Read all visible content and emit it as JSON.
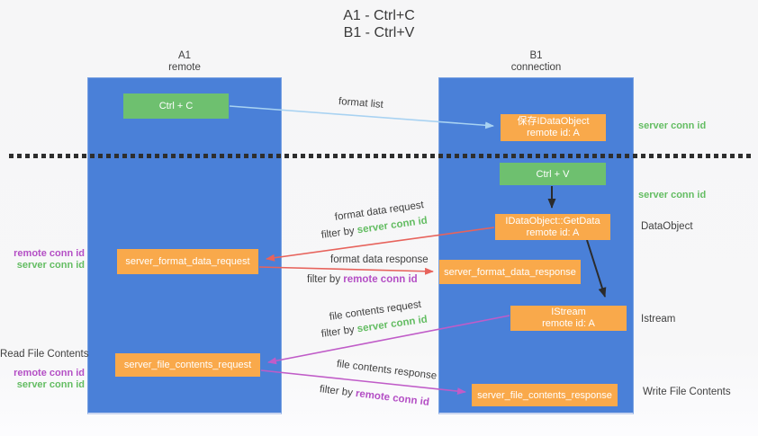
{
  "title": {
    "line1": "A1 - Ctrl+C",
    "line2": "B1 - Ctrl+V"
  },
  "columns": {
    "a": {
      "id": "A1",
      "subtitle": "remote"
    },
    "b": {
      "id": "B1",
      "subtitle": "connection"
    }
  },
  "nodes": {
    "ctrl_c": {
      "label": "Ctrl + C"
    },
    "save_idataobject": {
      "line1": "保存IDataObject",
      "line2": "remote id: A"
    },
    "ctrl_v": {
      "label": "Ctrl + V"
    },
    "idataobject_getdata": {
      "line1": "IDataObject::GetData",
      "line2": "remote id: A"
    },
    "server_format_data_request": {
      "label": "server_format_data_request"
    },
    "server_format_data_response": {
      "label": "server_format_data_response"
    },
    "istream": {
      "line1": "IStream",
      "line2": "remote id: A"
    },
    "server_file_contents_request": {
      "label": "server_file_contents_request"
    },
    "server_file_contents_response": {
      "label": "server_file_contents_response"
    }
  },
  "arrows": {
    "format_list": {
      "label": "format list"
    },
    "format_data_request": {
      "label": "format data request",
      "filter_prefix": "filter by ",
      "filter_key": "server conn id"
    },
    "format_data_response": {
      "label": "format data response",
      "filter_prefix": "filter by ",
      "filter_key": "remote conn id"
    },
    "file_contents_request": {
      "label": "file contents request",
      "filter_prefix": "filter by ",
      "filter_key": "server conn id"
    },
    "file_contents_response": {
      "label": "file contents response",
      "filter_prefix": "filter by ",
      "filter_key": "remote conn id"
    }
  },
  "side_labels": {
    "left": {
      "format_remote_conn": "remote conn id",
      "format_server_conn": "server conn id",
      "read_file_contents": "Read File Contents",
      "file_remote_conn": "remote conn id",
      "file_server_conn": "server conn id"
    },
    "right": {
      "server_conn_top": "server conn id",
      "server_conn_mid": "server conn id",
      "dataobject": "DataObject",
      "istream": "Istream",
      "write_file_contents": "Write File Contents"
    }
  },
  "colors": {
    "column_blue": "#4a80d8",
    "box_green": "#6ec06f",
    "box_orange": "#f9a94b",
    "arrow_red": "#e7635c",
    "arrow_magenta": "#c05cc8",
    "arrow_light_blue": "#a8d2f2",
    "arrow_black": "#2b2b2b",
    "text_green": "#64bd63",
    "text_purple": "#b44fc5",
    "text_dark": "#3f3f3f",
    "divider_dark": "#2e2e2e"
  }
}
